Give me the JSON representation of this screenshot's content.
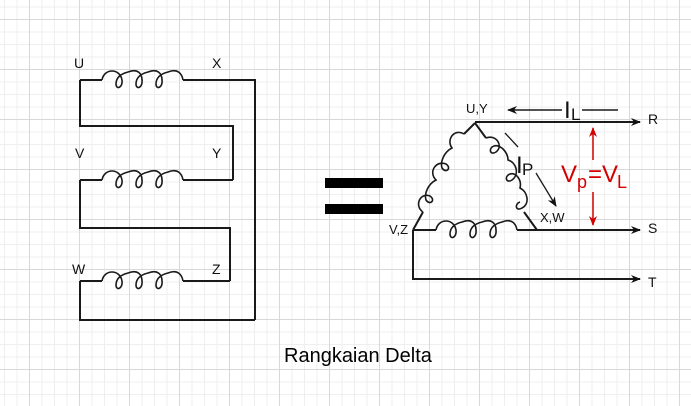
{
  "title": "Rangkaian Delta",
  "colors": {
    "wire": "#1a1a1a",
    "voltage_annotation": "#d40000",
    "grid_major": "#d8d8d8",
    "grid_minor": "#efefef"
  },
  "left_circuit": {
    "coils": [
      {
        "start_label": "U",
        "end_label": "X"
      },
      {
        "start_label": "V",
        "end_label": "Y"
      },
      {
        "start_label": "W",
        "end_label": "Z"
      }
    ]
  },
  "equals_sign": "=",
  "delta": {
    "nodes": {
      "top": "U,Y",
      "bottom_left": "V,Z",
      "bottom_right": "X,W"
    },
    "lines": [
      "R",
      "S",
      "T"
    ],
    "line_current": {
      "symbol": "I",
      "subscript": "L"
    },
    "phase_current": {
      "symbol": "I",
      "subscript": "P"
    },
    "voltage_relation": {
      "lhs": "V",
      "lhs_sub": "p",
      "eq": "=",
      "rhs": "V",
      "rhs_sub": "L"
    }
  }
}
